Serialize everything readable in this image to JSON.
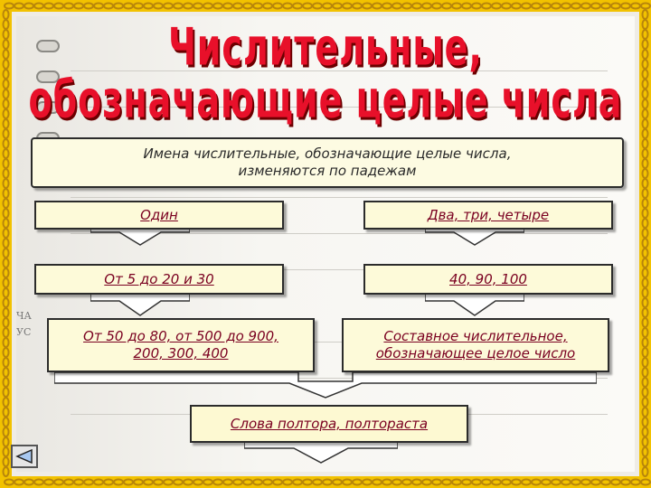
{
  "title": {
    "line1": "Числительные,",
    "line2": "обозначающие целые числа"
  },
  "header_box": {
    "line1": "Имена числительные, обозначающие целые числа,",
    "line2": "изменяются по падежам"
  },
  "boxes": {
    "odin": "Один",
    "dva": "Два, три, четыре",
    "ot5": "От 5 до 20 и 30",
    "forty": "40, 90, 100",
    "ot50_line1": "От 50 до 80, от 500 до 900,",
    "ot50_line2": "200, 300, 400",
    "sostav_line1": "Составное числительное,",
    "sostav_line2": "обозначающее целое число",
    "poltora": "Слова полтора, полтораста"
  },
  "side_fragments": [
    "ЧА",
    "УС"
  ],
  "colors": {
    "frame": "#f2c200",
    "title": "#e8102a",
    "box_text": "#7a0020",
    "box_fill": "#fdfad9",
    "arrow_fill": "#ffffff"
  },
  "icons": {
    "back": "triangle-left-icon"
  }
}
